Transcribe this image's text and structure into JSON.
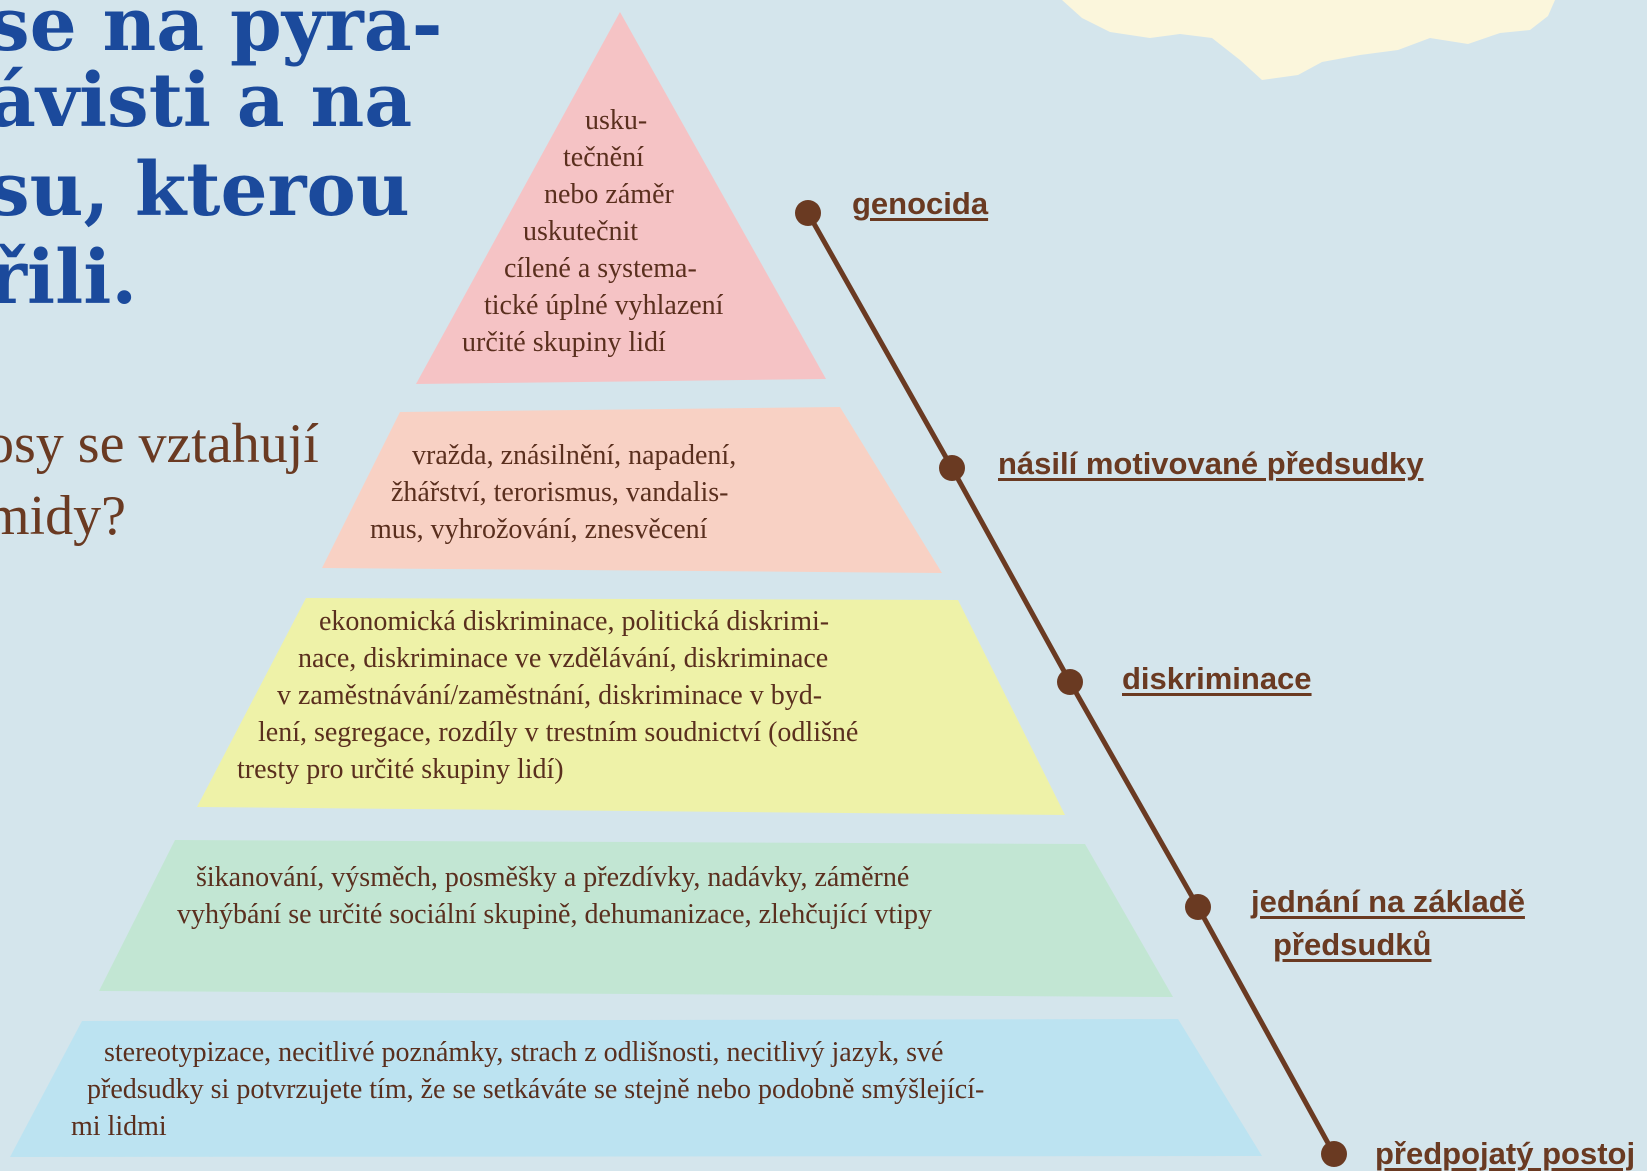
{
  "heading": {
    "lines": [
      "se na pyra-",
      "ávisti a na",
      "su, kterou",
      "řili."
    ]
  },
  "question": {
    "lines": [
      "osy se vztahují",
      "midy?"
    ]
  },
  "pyramid": {
    "levels": [
      {
        "color": "#f5c3c5",
        "lines": [
          "usku-",
          "tečnění",
          "nebo záměr",
          "uskutečnit",
          "cílené a systema-",
          "tické úplné vyhlazení",
          "určité skupiny lidí"
        ]
      },
      {
        "color": "#f8d1c4",
        "lines": [
          "vražda, znásilnění, napadení,",
          "žhářství, terorismus, vandalis-",
          "mus, vyhrožování, znesvěcení"
        ]
      },
      {
        "color": "#eef2a8",
        "lines": [
          "ekonomická diskriminace, politická diskrimi-",
          "nace, diskriminace ve vzdělávání, diskriminace",
          "v zaměstnávání/zaměstnání, diskriminace v byd-",
          "lení, segregace, rozdíly v trestním soudnictví (odlišné",
          "tresty pro určité skupiny lidí)"
        ]
      },
      {
        "color": "#c2e6d3",
        "lines": [
          "šikanování, výsměch, posměšky a přezdívky, nadávky, záměrné",
          "vyhýbání se určité sociální skupině, dehumanizace, zlehčující vtipy"
        ]
      },
      {
        "color": "#bce3f1",
        "lines": [
          "stereotypizace, necitlivé poznámky, strach z odlišnosti, necitlivý jazyk, své",
          "předsudky si potvrzujete tím, že se setkáváte se stejně nebo podobně smýšlející-",
          "mi lidmi"
        ]
      }
    ]
  },
  "scale": {
    "color": "#6a3a22",
    "labels": [
      {
        "lines": [
          "genocida"
        ]
      },
      {
        "lines": [
          "násilí motivované předsudky"
        ]
      },
      {
        "lines": [
          "diskriminace"
        ]
      },
      {
        "lines": [
          "jednání na základě",
          "předsudků"
        ]
      },
      {
        "lines": [
          "předpojatý postoj"
        ]
      }
    ]
  },
  "map_shape": {
    "color": "#fbf6dc"
  }
}
